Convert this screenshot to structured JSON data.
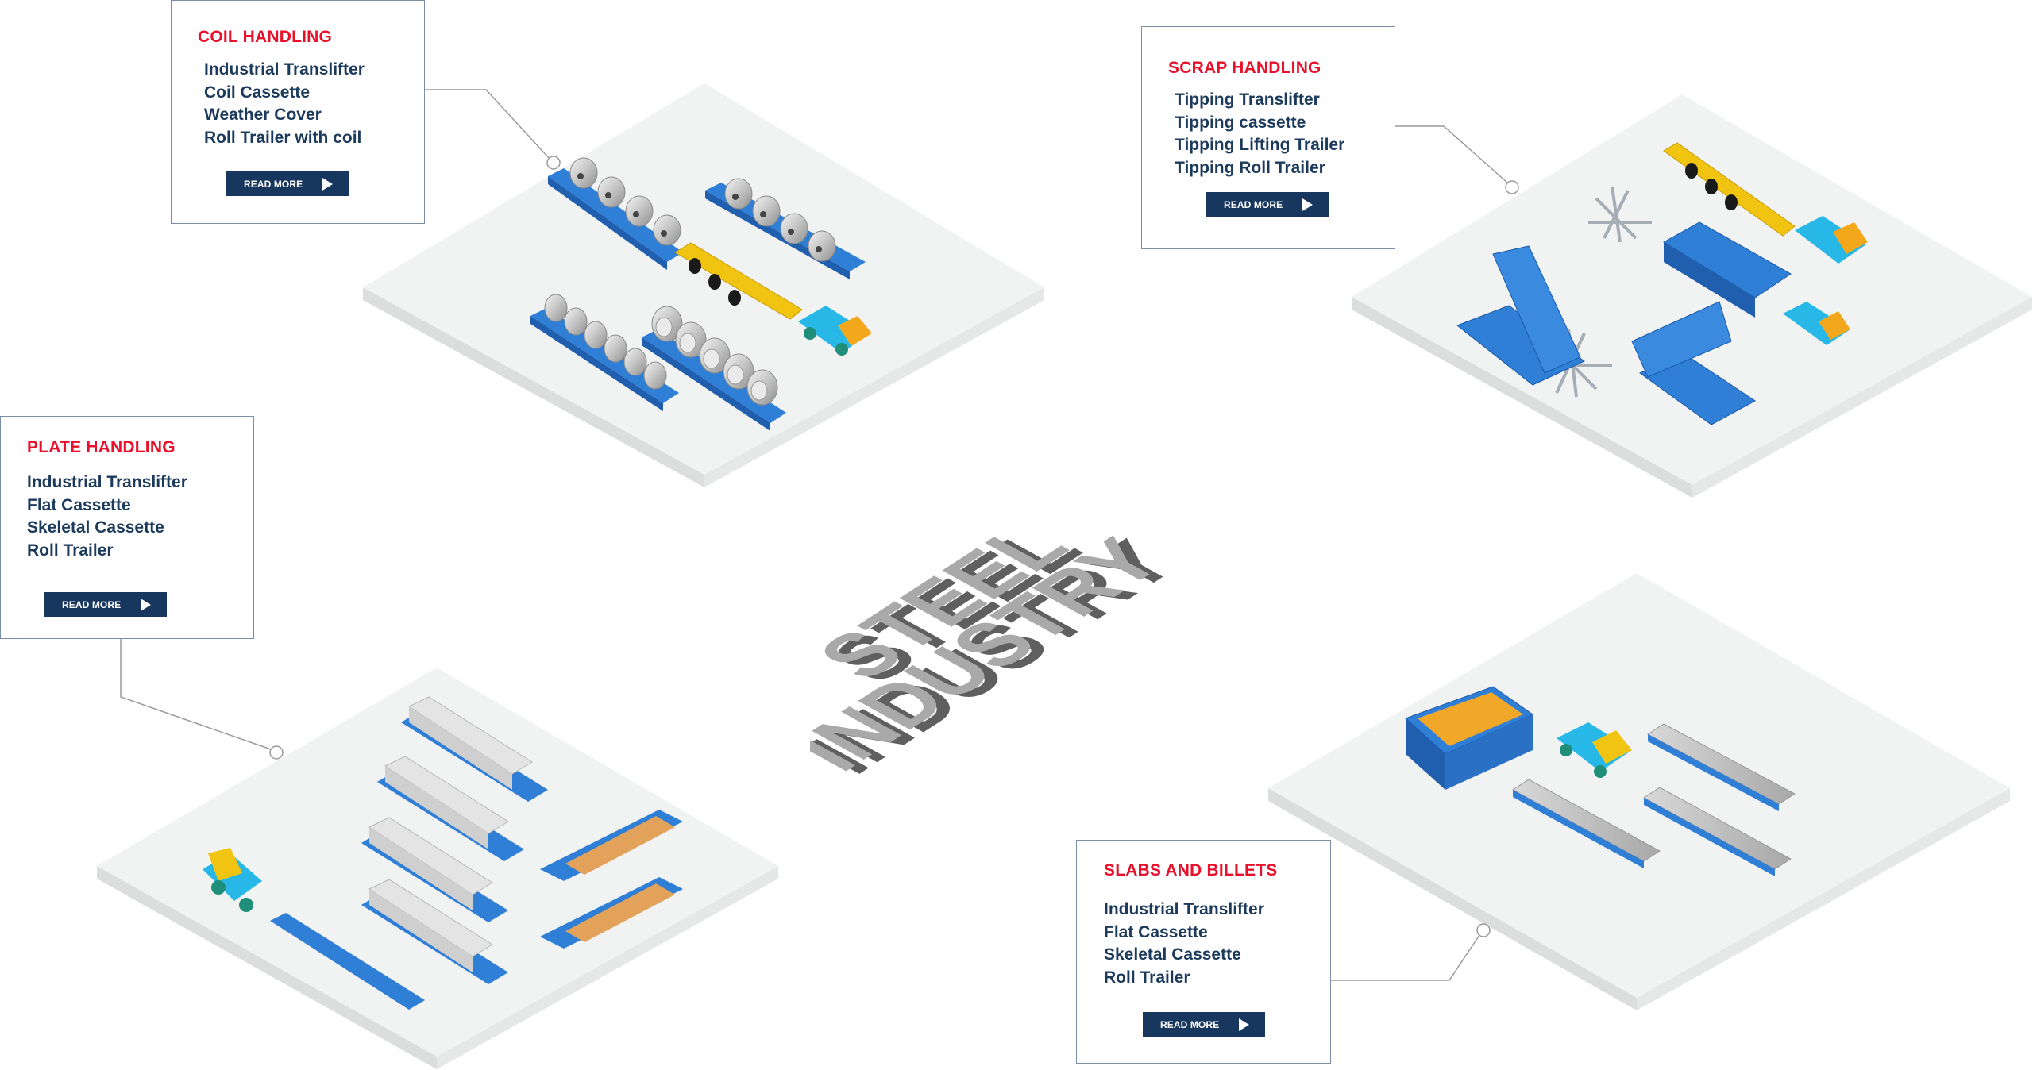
{
  "page": {
    "heading_line1": "STEEL",
    "heading_line2": "INDUSTRY"
  },
  "colors": {
    "title_red": "#e8102a",
    "item_navy": "#1b3a5c",
    "button_navy": "#17375e",
    "platform_top": "#f1f2f2",
    "platform_side": "#dcdddd",
    "equipment_blue": "#2f7fd6",
    "truck_yellow": "#f2c412",
    "cab_cyan": "#27b8e8",
    "cargo_orange": "#f1a728",
    "steel_gray": "#bcbcbc"
  },
  "sections": {
    "coil": {
      "title": "COIL HANDLING",
      "items": [
        "Industrial Translifter",
        "Coil Cassette",
        "Weather Cover",
        "Roll Trailer with coil"
      ],
      "button": "READ MORE"
    },
    "scrap": {
      "title": "SCRAP HANDLING",
      "items": [
        "Tipping Translifter",
        "Tipping cassette",
        "Tipping Lifting Trailer",
        "Tipping Roll Trailer"
      ],
      "button": "READ MORE"
    },
    "plate": {
      "title": "PLATE HANDLING",
      "items": [
        "Industrial Translifter",
        "Flat Cassette",
        "Skeletal Cassette",
        "Roll Trailer"
      ],
      "button": "READ MORE"
    },
    "slab": {
      "title": "SLABS AND BILLETS",
      "items": [
        "Industrial Translifter",
        "Flat Cassette",
        "Skeletal Cassette",
        "Roll Trailer"
      ],
      "button": "READ MORE"
    }
  },
  "icons": {
    "read_more_arrow": "play-triangle-icon",
    "leader_marker": "circle-marker-icon"
  }
}
